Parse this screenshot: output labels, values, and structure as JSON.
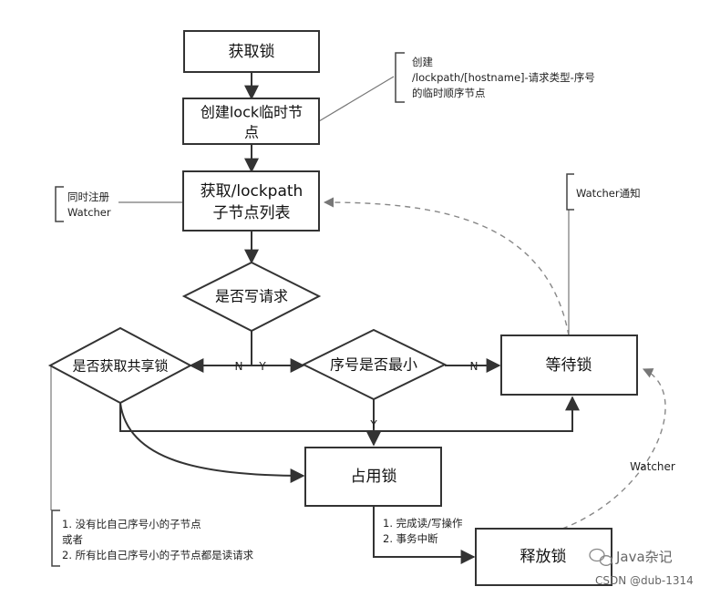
{
  "nodes": {
    "get_lock": "获取锁",
    "create_node_line1": "创建lock临时节",
    "create_node_line2": "点",
    "get_children_line1": "获取/lockpath",
    "get_children_line2": "子节点列表",
    "is_write": "是否写请求",
    "is_shared": "是否获取共享锁",
    "is_min": "序号是否最小",
    "wait_lock": "等待锁",
    "hold_lock": "占用锁",
    "release_lock": "释放锁"
  },
  "edge_labels": {
    "n_left": "N",
    "y_right": "Y",
    "n_to_wait": "N",
    "y_down": "Y",
    "watcher": "Watcher"
  },
  "notes": {
    "create_note": [
      "创建",
      "/lockpath/[hostname]-请求类型-序号",
      "的临时顺序节点"
    ],
    "watcher_register": [
      "同时注册",
      "Watcher"
    ],
    "watcher_notify": [
      "Watcher通知"
    ],
    "shared_condition": [
      "1. 没有比自己序号小的子节点",
      "或者",
      "2. 所有比自己序号小的子节点都是读请求"
    ],
    "hold_steps": [
      "1. 完成读/写操作",
      "2. 事务中断"
    ]
  },
  "watermark": {
    "brand": "Java杂记",
    "credit": "CSDN @dub-1314"
  },
  "colors": {
    "stroke": "#3a3a3a",
    "dashed": "#888888",
    "text": "#111111"
  }
}
